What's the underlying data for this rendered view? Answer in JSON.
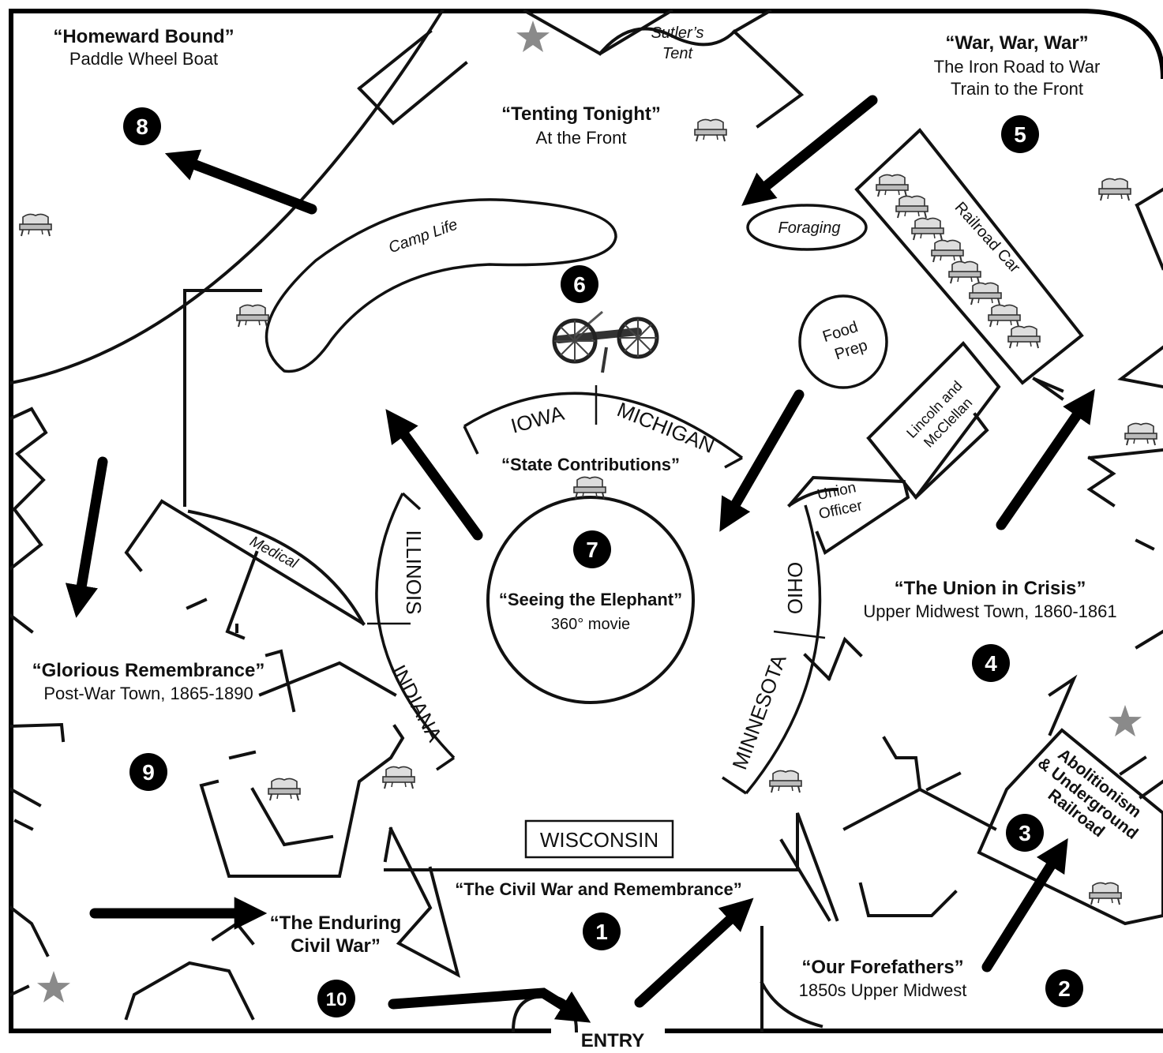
{
  "zones": {
    "z1": {
      "num": "1",
      "title": "“The Civil War and Remembrance”",
      "sub": ""
    },
    "z2": {
      "num": "2",
      "title": "“Our Forefathers”",
      "sub": "1850s Upper Midwest"
    },
    "z3": {
      "num": "3",
      "title": "Abolitionism & Underground Railroad",
      "line1": "Abolitionism",
      "line2": "& Underground",
      "line3": "Railroad"
    },
    "z4": {
      "num": "4",
      "title": "“The Union in Crisis”",
      "sub": "Upper Midwest Town, 1860-1861"
    },
    "z5": {
      "num": "5",
      "title": "“War, War, War”",
      "sub": "The Iron Road to War",
      "sub2": "Train to the Front"
    },
    "z6": {
      "num": "6",
      "title": "“Tenting Tonight”",
      "sub": "At the Front"
    },
    "z7": {
      "num": "7",
      "title": "“Seeing the Elephant”",
      "sub": "360° movie"
    },
    "z8": {
      "num": "8",
      "title": "“Homeward Bound”",
      "sub": "Paddle Wheel Boat"
    },
    "z9": {
      "num": "9",
      "title": "“Glorious Remembrance”",
      "sub": "Post-War Town, 1865-1890"
    },
    "z10": {
      "num": "10",
      "title": "“The Enduring",
      "title2": "Civil War”"
    }
  },
  "areas": {
    "state_contributions": "“State Contributions”",
    "states": {
      "iowa": "IOWA",
      "michigan": "MICHIGAN",
      "illinois": "ILLINOIS",
      "indiana": "INDIANA",
      "ohio": "OHIO",
      "minnesota": "MINNESOTA",
      "wisconsin": "WISCONSIN"
    },
    "sutlers_tent": {
      "line1": "Sutler’s",
      "line2": "Tent"
    },
    "camp_life": "Camp Life",
    "foraging": "Foraging",
    "food_prep": {
      "line1": "Food",
      "line2": "Prep"
    },
    "railroad_car": "Railroad Car",
    "lincoln": {
      "line1": "Lincoln and",
      "line2": "McClellan"
    },
    "union_officer": {
      "line1": "Union",
      "line2": "Officer"
    },
    "medical": "Medical"
  },
  "entry_label": "ENTRY",
  "icons": {
    "bench": "bench-icon",
    "star": "star-icon",
    "cannon": "cannon-icon",
    "arrow": "arrow-icon"
  },
  "colors": {
    "ink": "#111111",
    "star": "#8a8a8a",
    "background": "#ffffff"
  }
}
